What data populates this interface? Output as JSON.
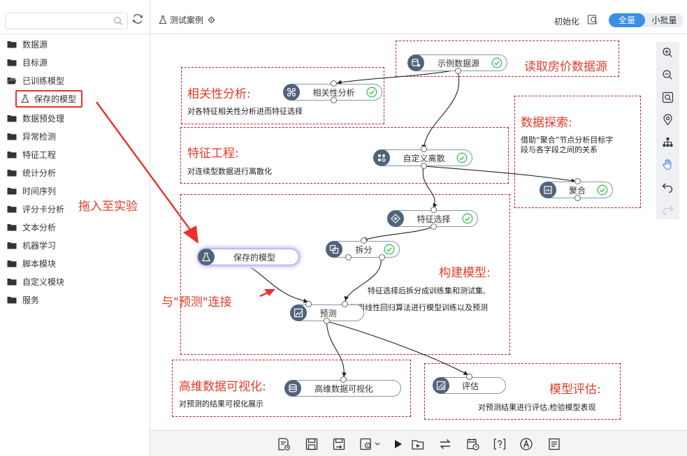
{
  "sidebar": {
    "search": {
      "placeholder": "",
      "value": ""
    },
    "items": [
      {
        "label": "数据源"
      },
      {
        "label": "目标源"
      },
      {
        "label": "已训练模型"
      },
      {
        "label": "数据预处理"
      },
      {
        "label": "异常检测"
      },
      {
        "label": "特征工程"
      },
      {
        "label": "统计分析"
      },
      {
        "label": "时间序列"
      },
      {
        "label": "评分卡分析"
      },
      {
        "label": "文本分析"
      },
      {
        "label": "机器学习"
      },
      {
        "label": "脚本模块"
      },
      {
        "label": "自定义模块"
      },
      {
        "label": "服务"
      }
    ],
    "child": {
      "label": "保存的模型"
    }
  },
  "topbar": {
    "experiment_name": "测试案例",
    "init_label": "初始化",
    "mode_full": "全量",
    "mode_small": "小批量"
  },
  "groups": {
    "source": {
      "title": "读取房价数据源"
    },
    "correlation": {
      "title": "相关性分析:",
      "desc": "对各特征相关性分析进而特征选择"
    },
    "explore": {
      "title": "数据探索:",
      "desc_line1": "借助“聚合”节点分析目标字",
      "desc_line2": "段与各字段之间的关系"
    },
    "feature": {
      "title": "特征工程:",
      "desc": "对连续型数据进行离散化"
    },
    "build": {
      "title": "构建模型:",
      "desc_line1": "特征选择后拆分成训练集和测试集,",
      "desc_line2": "使用线性回归算法进行模型训练以及预测"
    },
    "viz": {
      "title": "高维数据可视化:",
      "desc": "对预测的结果可视化展示"
    },
    "eval": {
      "title": "模型评估:",
      "desc": "对预测结果进行评估,检验模型表现"
    }
  },
  "nodes": {
    "sample_source": {
      "label": "示例数据源",
      "status": "success"
    },
    "correlation": {
      "label": "相关性分析",
      "status": "success"
    },
    "discretize": {
      "label": "自定义离散",
      "status": "success"
    },
    "aggregate": {
      "label": "聚合",
      "status": "success"
    },
    "feature_select": {
      "label": "特征选择",
      "status": "success"
    },
    "split": {
      "label": "拆分",
      "status": "success"
    },
    "saved_model": {
      "label": "保存的模型"
    },
    "predict": {
      "label": "预测"
    },
    "hd_viz": {
      "label": "高维数据可视化"
    },
    "evaluate": {
      "label": "评估"
    }
  },
  "annotations": {
    "drag_hint": "拖入至实验",
    "connect_hint": "与\"预测\"连接"
  },
  "colors": {
    "accent": "#3a8ee6",
    "annotation_red": "#e03c2a",
    "node_icon": "#51637a",
    "success_green": "#3fbf5a"
  }
}
